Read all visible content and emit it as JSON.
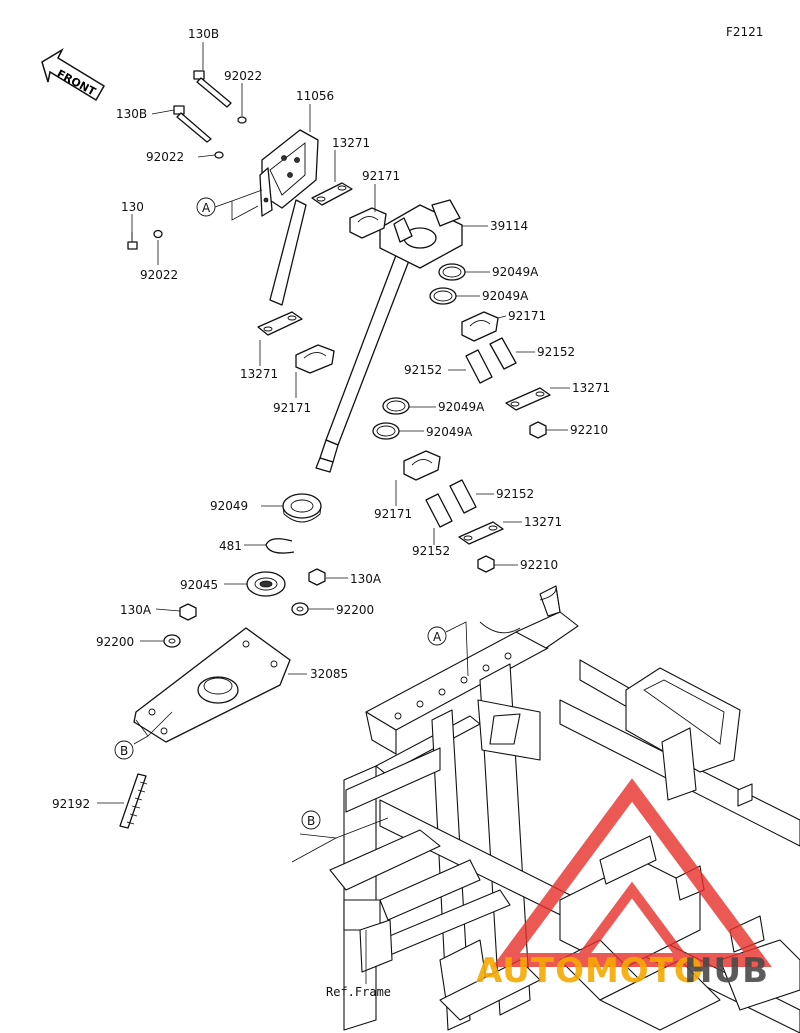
{
  "diagram_code": "F2121",
  "front_label": "FRONT",
  "ref_label": "Ref.Frame",
  "watermark": {
    "text_part1": "AUTOMOTO",
    "text_part2": "HUB",
    "color_primary": "#f6a800",
    "color_secondary": "#4a4a4a",
    "triangle_color": "#e8302a"
  },
  "callouts": {
    "a": "A",
    "b": "B"
  },
  "parts": {
    "p130B_1": "130B",
    "p130B_2": "130B",
    "p92022_1": "92022",
    "p92022_2": "92022",
    "p92022_3": "92022",
    "p130": "130",
    "p11056": "11056",
    "p13271_1": "13271",
    "p13271_2": "13271",
    "p13271_3": "13271",
    "p13271_4": "13271",
    "p92171_1": "92171",
    "p92171_2": "92171",
    "p92171_3": "92171",
    "p92171_4": "92171",
    "p39114": "39114",
    "p92049A_1": "92049A",
    "p92049A_2": "92049A",
    "p92049A_3": "92049A",
    "p92049A_4": "92049A",
    "p92152_1": "92152",
    "p92152_2": "92152",
    "p92152_3": "92152",
    "p92152_4": "92152",
    "p92210_1": "92210",
    "p92210_2": "92210",
    "p92049": "92049",
    "p481": "481",
    "p92045": "92045",
    "p130A_1": "130A",
    "p130A_2": "130A",
    "p92200_1": "92200",
    "p92200_2": "92200",
    "p32085": "32085",
    "p92192": "92192"
  }
}
